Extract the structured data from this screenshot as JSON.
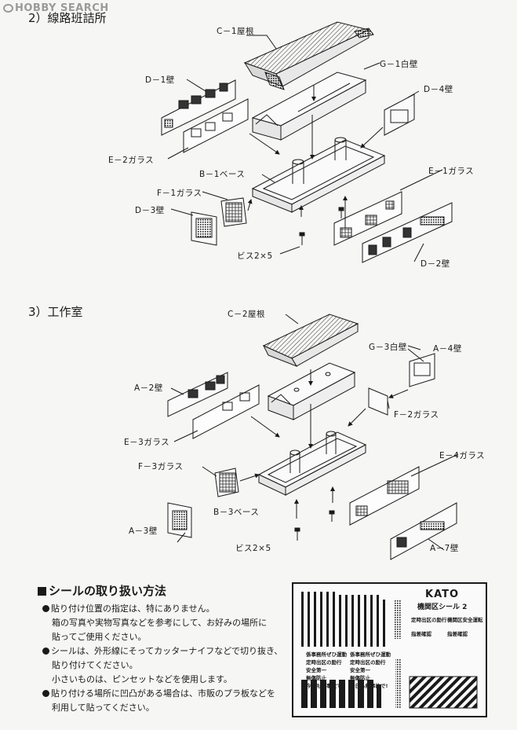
{
  "watermark": {
    "text": "HOBBY SEARCH"
  },
  "sections": {
    "s2": {
      "title": "2）線路班詰所"
    },
    "s3": {
      "title": "3）工作室"
    }
  },
  "labels2": {
    "c1": "C－1屋根",
    "g1": "G－1白壁",
    "d1": "D－1壁",
    "d4": "D－4壁",
    "e2": "E－2ガラス",
    "b1": "B－1ベース",
    "e1": "E－1ガラス",
    "f1": "F－1ガラス",
    "d3": "D－3壁",
    "screw": "ビス2×5",
    "d2": "D－2壁"
  },
  "labels3": {
    "c2": "C－2屋根",
    "g3": "G－3白壁",
    "a4": "A－4壁",
    "a2": "A－2壁",
    "f2": "F－2ガラス",
    "e3": "E－3ガラス",
    "f3": "F－3ガラス",
    "e4": "E－4ガラス",
    "b3": "B－3ベース",
    "a3": "A－3壁",
    "a7": "A－7壁",
    "screw": "ビス2×5"
  },
  "seal": {
    "title": "シールの取り扱い方法",
    "l1": "貼り付け位置の指定は、特にありません。",
    "l2": "箱の写真や実物写真などを参考にして、お好みの場所に",
    "l3": "貼ってご使用ください。",
    "l4": "シールは、外形線にそってカッターナイフなどで切り抜き、",
    "l5": "貼り付けてください。",
    "l6": "小さいものは、ピンセットなどを使用します。",
    "l7": "貼り付ける場所に凹凸がある場合は、市販のプラ板などを",
    "l8": "利用して貼ってください。"
  },
  "sheet": {
    "brand": "KATO",
    "title": "機関区シール 2",
    "s1": "係事務所ぜひ運動",
    "s2": "係事務所ぜひ運動",
    "s3": "定時出区の励行",
    "s4": "定時出区の励行",
    "s5": "安全第一",
    "s6": "安全第一",
    "s7": "無傷防止",
    "s8": "無傷防止",
    "s9": "今日も無事故で!",
    "s10": "今日も無事故で!",
    "s11": "定時出区の励行",
    "s12": "機関区安全運転",
    "s13": "指差確認",
    "s14": "指差確認"
  }
}
